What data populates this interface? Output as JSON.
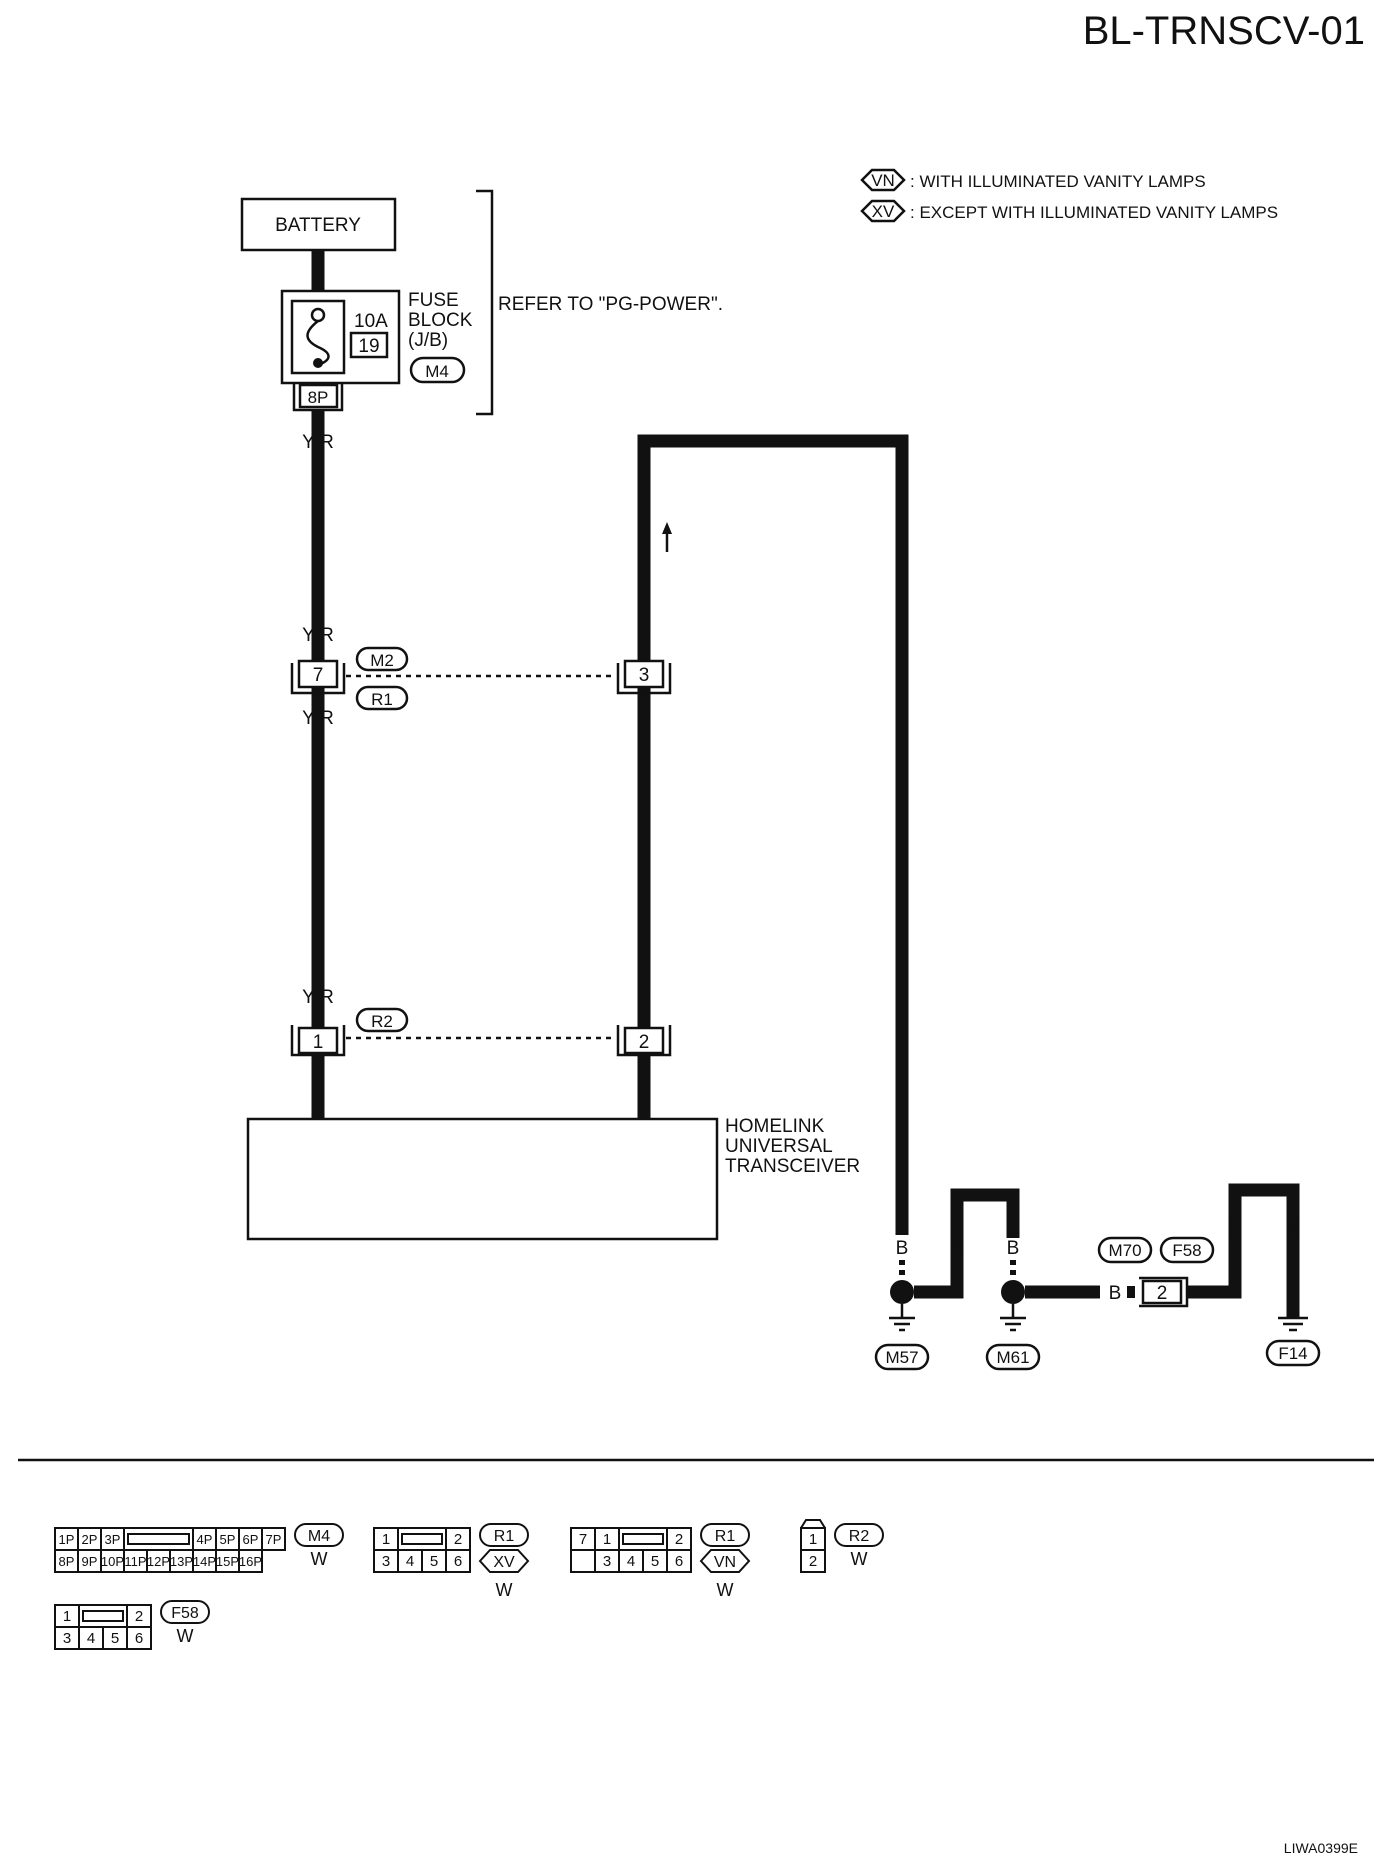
{
  "diagram": {
    "title": "BL-TRNSCV-01",
    "image_code": "LIWA0399E",
    "legend": [
      {
        "code": "VN",
        "text": ": WITH ILLUMINATED VANITY LAMPS"
      },
      {
        "code": "XV",
        "text": ": EXCEPT WITH ILLUMINATED VANITY LAMPS"
      }
    ],
    "battery": "BATTERY",
    "fuse": {
      "rating": "10A",
      "number": "19",
      "block_line1": "FUSE",
      "block_line2": "BLOCK",
      "block_line3": "(J/B)",
      "connector": "M4",
      "pin": "8P"
    },
    "refer": "REFER TO \"PG-POWER\".",
    "wires": {
      "yr": "Y/R",
      "b": "B"
    },
    "connectors": {
      "m2": "M2",
      "r1": "R1",
      "r2": "R2",
      "pin7": "7",
      "pin3": "3",
      "pin1": "1",
      "pin2": "2",
      "m70": "M70",
      "f58": "F58",
      "f58_pin": "2"
    },
    "transceiver": {
      "line1": "HOMELINK",
      "line2": "UNIVERSAL",
      "line3": "TRANSCEIVER"
    },
    "grounds": {
      "m57": "M57",
      "m61": "M61",
      "f14": "F14"
    }
  },
  "connector_faces": [
    {
      "id": "M4",
      "color": "W",
      "top": [
        "1P",
        "2P",
        "3P",
        "",
        "4P",
        "5P",
        "6P",
        "7P"
      ],
      "bottom": [
        "8P",
        "9P",
        "10P",
        "11P",
        "12P",
        "13P",
        "14P",
        "15P",
        "16P"
      ]
    },
    {
      "id": "R1",
      "color": "W",
      "variant": "XV",
      "top": [
        "1",
        "",
        "2"
      ],
      "bottom": [
        "3",
        "4",
        "5",
        "6"
      ]
    },
    {
      "id": "R1",
      "color": "W",
      "variant": "VN",
      "top": [
        "7",
        "1",
        "",
        "2"
      ],
      "bottom": [
        "",
        "3",
        "4",
        "5",
        "6"
      ]
    },
    {
      "id": "R2",
      "color": "W",
      "top": [
        "1"
      ],
      "bottom": [
        "2"
      ]
    },
    {
      "id": "F58",
      "color": "W",
      "top": [
        "1",
        "",
        "2"
      ],
      "bottom": [
        "3",
        "4",
        "5",
        "6"
      ]
    }
  ]
}
